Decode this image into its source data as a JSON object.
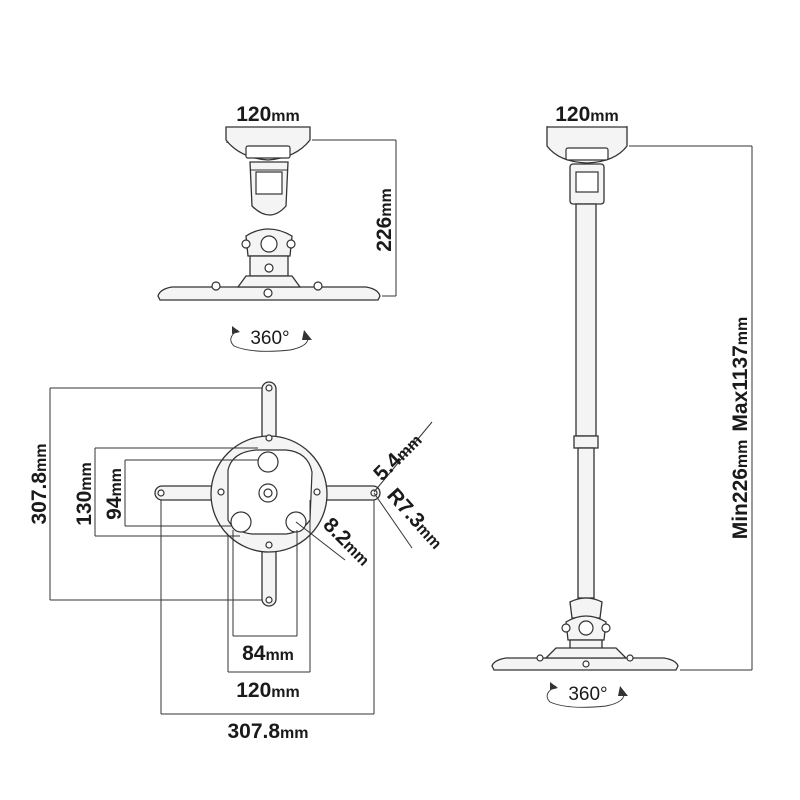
{
  "top_mount": {
    "width_label": "120",
    "width_unit": "mm",
    "height_label": "226",
    "height_unit": "mm",
    "rotation_label": "360°"
  },
  "plate": {
    "height_outer": "307.8",
    "height_outer_unit": "mm",
    "height_mid": "130",
    "height_mid_unit": "mm",
    "height_inner": "94",
    "height_inner_unit": "mm",
    "slot_width": "5.4",
    "slot_width_unit": "mm",
    "radius": "R7.3",
    "radius_unit": "mm",
    "hole": "8.2",
    "hole_unit": "mm",
    "width_inner": "84",
    "width_inner_unit": "mm",
    "width_mid": "120",
    "width_mid_unit": "mm",
    "width_outer": "307.8",
    "width_outer_unit": "mm"
  },
  "extended_mount": {
    "width_label": "120",
    "width_unit": "mm",
    "min_label": "Min226",
    "min_unit": "mm",
    "max_label": "Max1137",
    "max_unit": "mm",
    "rotation_label": "360°"
  }
}
